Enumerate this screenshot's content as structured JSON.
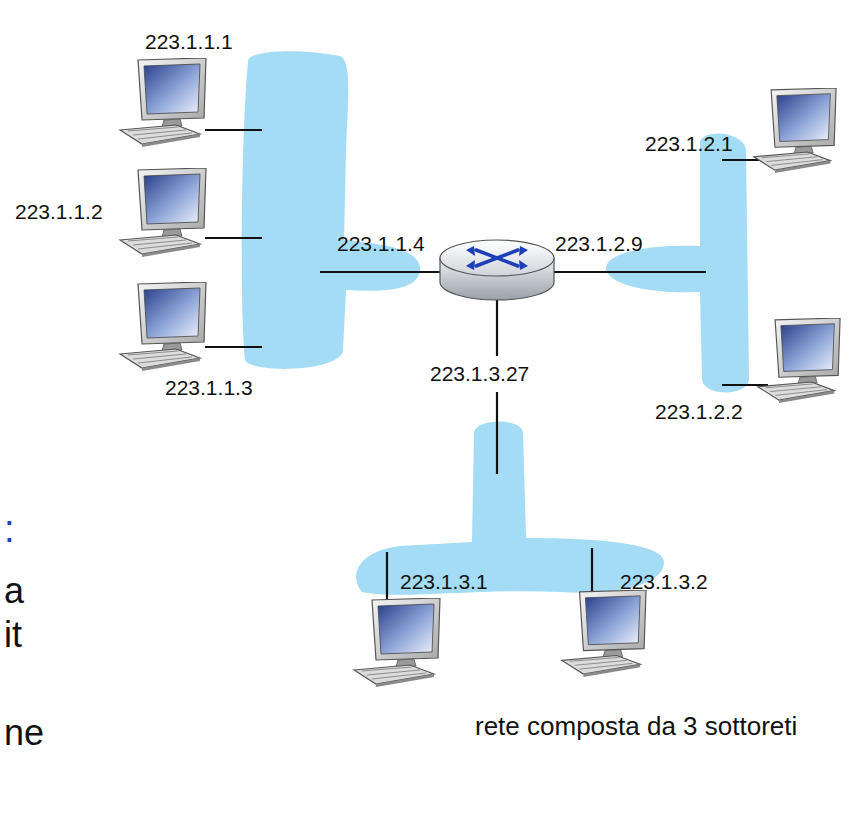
{
  "diagram": {
    "caption": "rete composta da 3 sottoreti",
    "labels": [
      "223.1.1.1",
      "223.1.2.1",
      "223.1.1.2",
      "223.1.1.4",
      "223.1.2.9",
      "223.1.1.3",
      "223.1.3.27",
      "223.1.2.2",
      ":",
      "a",
      "it",
      "ne",
      "223.1.3.1",
      "223.1.3.2"
    ]
  }
}
